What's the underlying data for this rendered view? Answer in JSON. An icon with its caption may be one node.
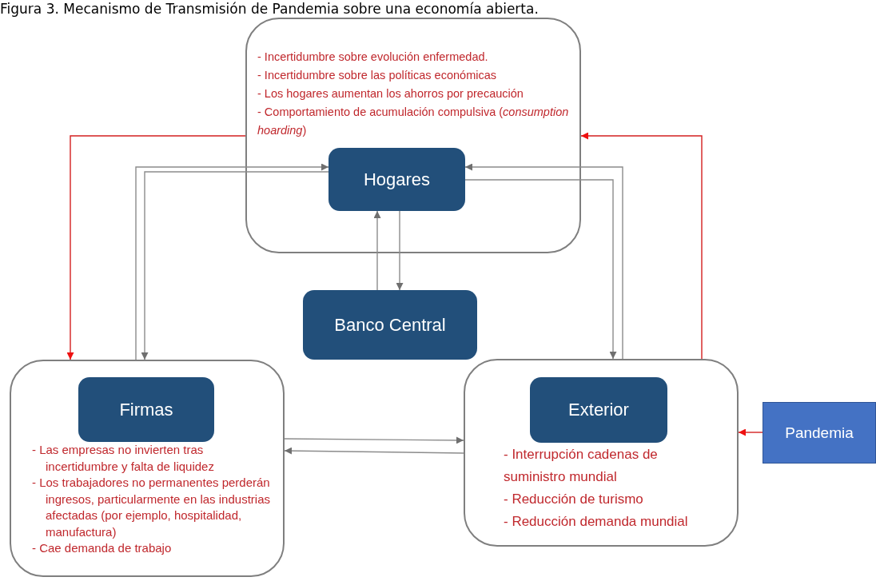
{
  "diagram": {
    "title": "Figura 3. Mecanismo de Transmisión de Pandemia sobre una economía abierta.",
    "nodes": [
      {
        "text": [
          "- Incertidumbre sobre evolución enfermedad.",
          "- Incertidumbre sobre las políticas económicas",
          "- Los hogares aumentan los ahorros por precaución",
          "- Comportamiento de acumulación compulsiva (*consumption hoarding*)"
        ]
      },
      {
        "text": [
          "Hogares"
        ],
        "in": 0
      },
      {
        "text": [
          "Banco Central"
        ]
      },
      {
        "text": [
          "- Las empresas no invierten tras incertidumbre y falta de liquidez",
          "- Los trabajadores no permanentes perderán ingresos, particularmente en las industrias afectadas (por ejemplo, hospitalidad, manufactura)",
          "- Cae demanda de trabajo"
        ]
      },
      {
        "text": [
          "Firmas"
        ],
        "in": 3
      },
      {
        "text": [
          "- Interrupción cadenas de suministro mundial",
          "- Reducción de turismo",
          "- Reducción demanda mundial"
        ]
      },
      {
        "text": [
          "Exterior"
        ],
        "in": 5
      },
      {
        "text": [
          "Pandemia"
        ]
      }
    ],
    "edges": [
      {
        "from": 0,
        "to": 3,
        "arrow": "to",
        "color": "#d42020"
      },
      {
        "from": 3,
        "to": 1,
        "arrow": "to"
      },
      {
        "from": 1,
        "to": 3,
        "arrow": "to"
      },
      {
        "from": 5,
        "to": 1,
        "arrow": "to"
      },
      {
        "from": 1,
        "to": 5,
        "arrow": "to"
      },
      {
        "from": 2,
        "to": 1,
        "arrow": "to"
      },
      {
        "from": 1,
        "to": 2,
        "arrow": "to"
      },
      {
        "from": 5,
        "to": 0,
        "arrow": "to",
        "color": "#d42020"
      },
      {
        "from": 3,
        "to": 5,
        "arrow": "to"
      },
      {
        "from": 5,
        "to": 3,
        "arrow": "to"
      },
      {
        "from": 7,
        "to": 5,
        "arrow": "to",
        "color": "#d42020"
      }
    ]
  }
}
